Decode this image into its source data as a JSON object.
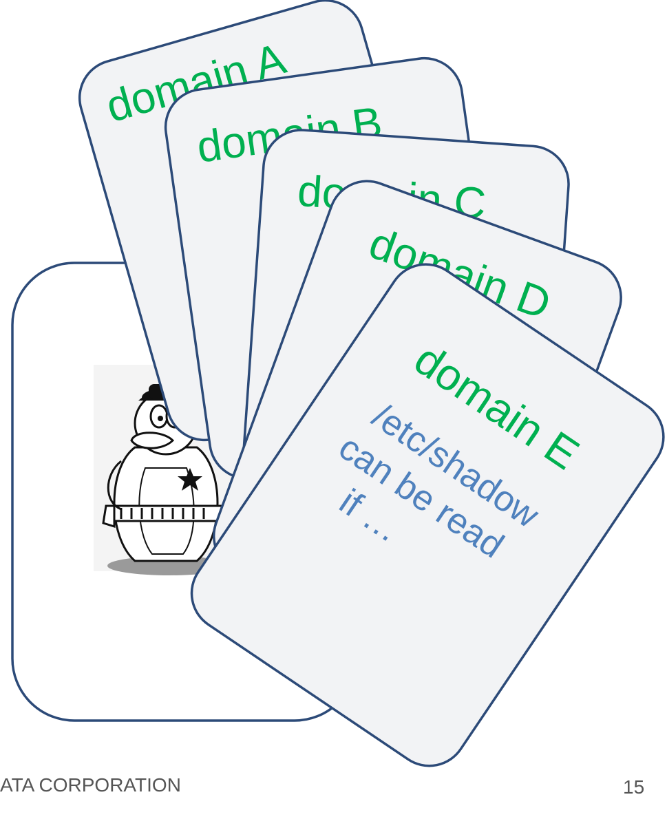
{
  "cards": [
    {
      "label": "domain A"
    },
    {
      "label": "domain B"
    },
    {
      "label": "domain C"
    },
    {
      "label": "domain D"
    },
    {
      "label": "domain E"
    }
  ],
  "note_lines": [
    "/etc/shadow",
    "can be read",
    "if …"
  ],
  "footer": {
    "company": "ATA CORPORATION",
    "page_number": "15"
  },
  "colors": {
    "card_fill": "#f2f3f5",
    "card_border": "#2c4a78",
    "domain_text": "#00b050",
    "note_text": "#4f81bd"
  },
  "icons": {
    "sheriff": "sheriff-penguin-icon"
  }
}
